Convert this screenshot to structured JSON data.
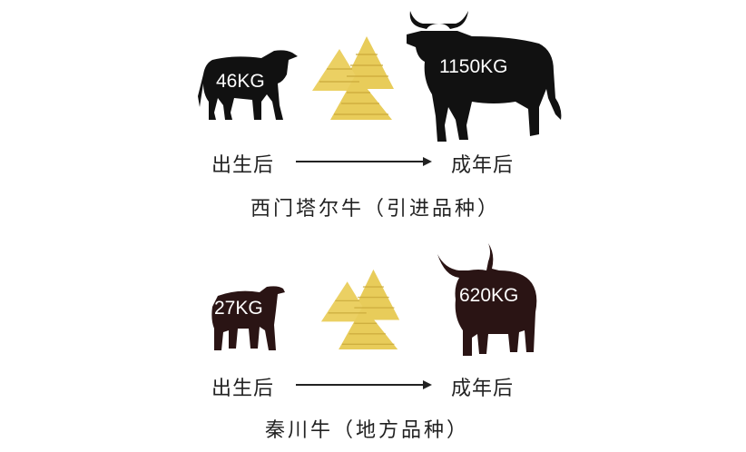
{
  "sections": [
    {
      "breed_name": "西门塔尔牛（引进品种）",
      "birth_label": "出生后",
      "adult_label": "成年后",
      "birth_weight": "46KG",
      "adult_weight": "1150KG",
      "cow_color": "#111111"
    },
    {
      "breed_name": "秦川牛（地方品种）",
      "birth_label": "出生后",
      "adult_label": "成年后",
      "birth_weight": "27KG",
      "adult_weight": "620KG",
      "cow_color": "#2a1414"
    }
  ],
  "colors": {
    "hay": "#e8cc5a",
    "hay_stripe": "#c9a93a",
    "text": "#222222"
  }
}
